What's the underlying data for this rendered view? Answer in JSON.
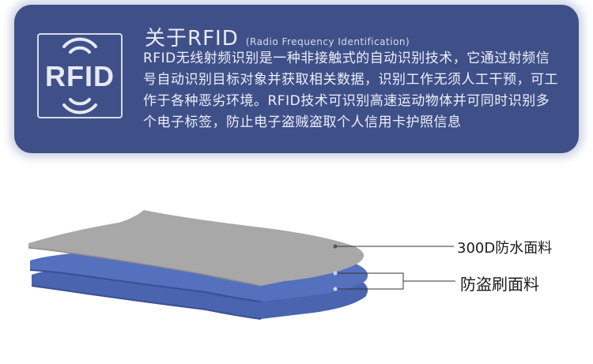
{
  "banner": {
    "logo_text": "RFID",
    "title": "关于RFID",
    "subtitle": "(Radio Frequency Identification)",
    "description": "RFID无线射频识别是一种非接触式的自动识别技术，它通过射频信号自动识别目标对象并获取相关数据，识别工作无须人工干预，可工作于各种恶劣环境。RFID技术可识别高速运动物体并可同时识别多个电子标签，防止电子盗贼盗取个人信用卡护照信息"
  },
  "layers": {
    "top_label": "300D防水面料",
    "bottom_label": "防盗刷面料"
  },
  "colors": {
    "banner_bg": "#3f5089",
    "fabric_gray": "#a6a6a6",
    "fabric_blue": "#4a64b0"
  }
}
